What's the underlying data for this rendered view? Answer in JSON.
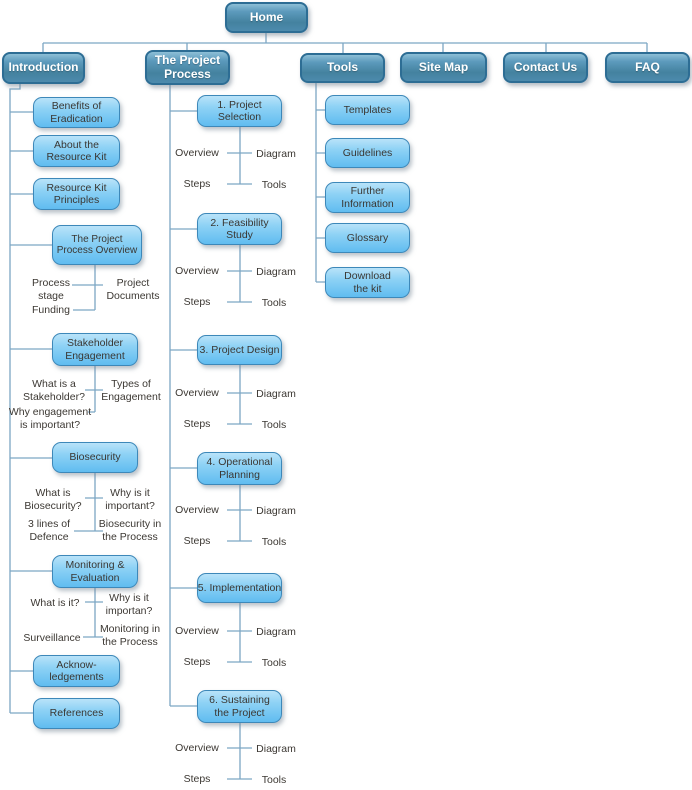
{
  "title": "Resource kit site map",
  "colors": {
    "primary_box_fill": "#4a88ac",
    "primary_box_border": "#2d6d94",
    "child_box_fill": "#6ec3f2",
    "child_box_border": "#3d88b9",
    "connector_line": "#7ca6c4",
    "label_text": "#3c3833",
    "primary_text": "#ffffff"
  },
  "home_label": "Home",
  "top_nav": [
    {
      "label": "Introduction"
    },
    {
      "label": "The Project Process"
    },
    {
      "label": "Tools"
    },
    {
      "label": "Site Map"
    },
    {
      "label": "Contact Us"
    },
    {
      "label": "FAQ"
    }
  ],
  "introduction_branch": {
    "items": [
      {
        "label": "Benefits of Eradication"
      },
      {
        "label": "About the Resource Kit"
      },
      {
        "label": "Resource Kit Principles"
      },
      {
        "label": "The Project Process Overview",
        "children": [
          {
            "label": "Process stage"
          },
          {
            "label": "Project Documents"
          },
          {
            "label": "Funding"
          }
        ]
      },
      {
        "label": "Stakeholder Engagement",
        "children": [
          {
            "label": "What is a Stakeholder?"
          },
          {
            "label": "Types of Engagement"
          },
          {
            "label": "Why engagement is important?"
          }
        ]
      },
      {
        "label": "Biosecurity",
        "children": [
          {
            "label": "What is Biosecurity?"
          },
          {
            "label": "Why is it important?"
          },
          {
            "label": "3 lines of Defence"
          },
          {
            "label": "Biosecurity in the Process"
          }
        ]
      },
      {
        "label": "Monitoring & Evaluation",
        "children": [
          {
            "label": "What is it?"
          },
          {
            "label": "Why is it importan?"
          },
          {
            "label": "Surveillance"
          },
          {
            "label": "Monitoring in the Process"
          }
        ]
      },
      {
        "label": "Acknow-ledgements"
      },
      {
        "label": "References"
      }
    ]
  },
  "process_branch": {
    "sections": [
      {
        "title": "1. Project Selection",
        "links": [
          "Overview",
          "Diagram",
          "Steps",
          "Tools"
        ]
      },
      {
        "title": "2. Feasibility Study",
        "links": [
          "Overview",
          "Diagram",
          "Steps",
          "Tools"
        ]
      },
      {
        "title": "3. Project Design",
        "links": [
          "Overview",
          "Diagram",
          "Steps",
          "Tools"
        ]
      },
      {
        "title": "4. Operational Planning",
        "links": [
          "Overview",
          "Diagram",
          "Steps",
          "Tools"
        ]
      },
      {
        "title": "5. Implementation",
        "links": [
          "Overview",
          "Diagram",
          "Steps",
          "Tools"
        ]
      },
      {
        "title": "6. Sustaining the Project",
        "links": [
          "Overview",
          "Diagram",
          "Steps",
          "Tools"
        ]
      }
    ]
  },
  "tools_branch": {
    "items": [
      {
        "label": "Templates"
      },
      {
        "label": "Guidelines"
      },
      {
        "label": "Further Information"
      },
      {
        "label": "Glossary"
      },
      {
        "label": "Download the kit"
      }
    ]
  }
}
